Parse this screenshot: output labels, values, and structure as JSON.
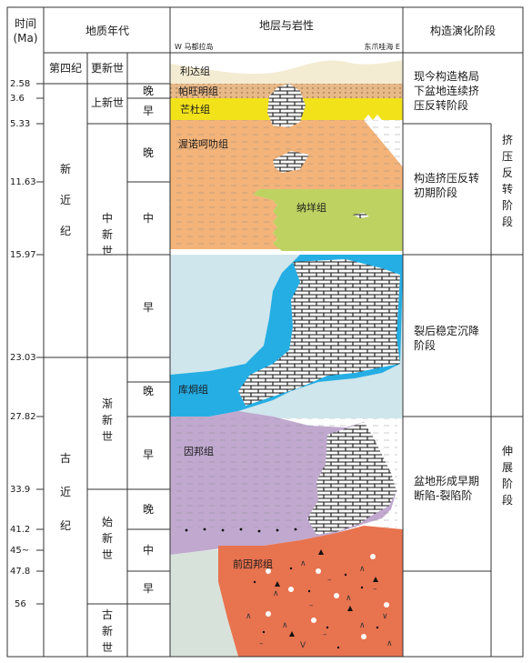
{
  "header": {
    "time_label": "时间",
    "time_unit": "(Ma)",
    "era_label": "地质年代",
    "litho_label": "地层与岩性",
    "west_label": "W 马都拉岛",
    "east_label": "东爪哇海 E",
    "tectonic_label": "构造演化阶段"
  },
  "ages": [
    "2.58",
    "3.6",
    "5.33",
    "11.63",
    "15.97",
    "23.03",
    "27.82",
    "33.9",
    "41.2",
    "45~",
    "47.8",
    "56"
  ],
  "periods": {
    "quaternary": "第四纪",
    "neogene": [
      "新",
      "近",
      "纪"
    ],
    "paleogene": [
      "古",
      "近",
      "纪"
    ]
  },
  "epochs": {
    "holocene": "更新世",
    "pliocene": "上新世",
    "miocene": [
      "中",
      "新",
      "世"
    ],
    "oligocene": [
      "渐",
      "新",
      "世"
    ],
    "eocene": [
      "始",
      "新",
      "世"
    ],
    "paleocene": [
      "古",
      "新",
      "世"
    ]
  },
  "subdivisions": {
    "late": "晚",
    "early": "早",
    "middle": "中"
  },
  "formations": {
    "lidah": "利达组",
    "pasuruan": "帕旺明组",
    "mundu": "芒杜组",
    "wonocolo": "渥诺呵叻组",
    "ngrayong": "纳垟组",
    "kujung": "库炯组",
    "ngimbang": "因邦组",
    "pre_ngimbang": "前因邦组"
  },
  "stages": {
    "current": "现今构造格局下盆地连续挤压反转阶段",
    "early_inversion": "构造挤压反转初期阶段",
    "post_rift": "裂后稳定沉降阶段",
    "rift": "盆地形成早期断陷-裂陷阶段",
    "compression_reversal": "挤压反转阶段",
    "extension": "伸展阶段"
  },
  "colors": {
    "grid": "#333333",
    "quaternary_fill": "#f4ecd2",
    "pasuruan_fill": "#e7b888",
    "mundu_fill": "#f2e21a",
    "wonocolo_fill": "#f3b379",
    "ngrayong_fill": "#bed262",
    "post_rift_bg": "#cfe6ec",
    "kujung_fill": "#25aee4",
    "ngimbang_fill": "#c0a8cf",
    "pre_ngimbang_fill": "#e8734f",
    "basement_fill": "#d7e2da",
    "limestone_fill": "#ffffff"
  }
}
